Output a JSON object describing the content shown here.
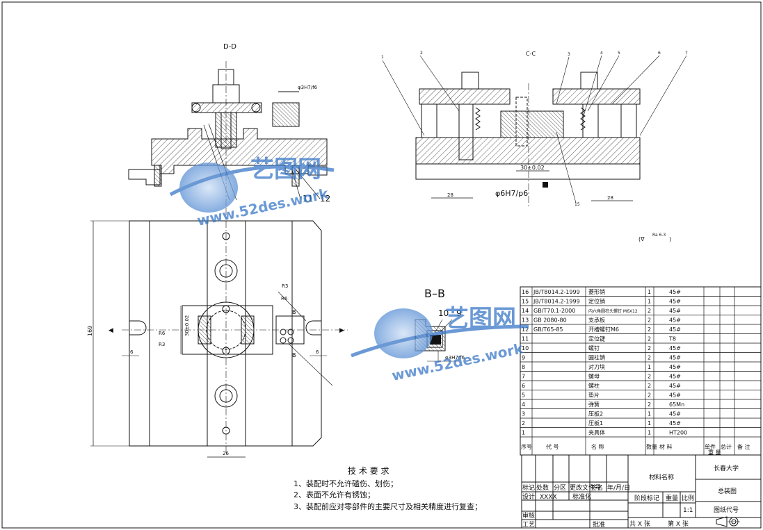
{
  "views": {
    "dd_title": "D-D",
    "cc_title": "C-C",
    "bb_title": "B–B"
  },
  "dimensions": {
    "dd_fit": "φ3H7/f6",
    "cc_fit": "φ6H7/p6",
    "cc_30": "30±0.02",
    "cc_28_left": "28",
    "cc_28_right": "28",
    "plan_height": "169",
    "plan_26": "26",
    "plan_6_left": "6",
    "plan_6_right": "6",
    "plan_r3_top": "R3",
    "plan_r6": "R6",
    "plan_r3_left": "R3",
    "plan_r6_left": "R6",
    "plan_30": "30±0.02",
    "bb_fit": "φ3H7/f6",
    "roughness": "Ra 6.3",
    "section_b": "B"
  },
  "callouts": {
    "dd": [
      "11",
      "12"
    ],
    "cc": [
      "1",
      "2",
      "3",
      "4",
      "5",
      "6",
      "7",
      "15"
    ],
    "bb": [
      "10",
      "9"
    ]
  },
  "tech_requirements": {
    "title": "技 术 要 求",
    "items": [
      "1、装配时不允许磕伤、划伤；",
      "2、表面不允许有锈蚀；",
      "3、装配前应对零部件的主要尺寸及相关精度进行复查；"
    ]
  },
  "parts_list": {
    "header": [
      "序号",
      "代  号",
      "名  称",
      "数量",
      "材  料",
      "单件",
      "总计",
      "备  注"
    ],
    "header_weight": "重  量",
    "rows": [
      {
        "no": "16",
        "code": "JB/T8014.2-1999",
        "name": "菱形销",
        "qty": "1",
        "mat": "45#"
      },
      {
        "no": "15",
        "code": "JB/T8014.2-1999",
        "name": "定位销",
        "qty": "1",
        "mat": "45#"
      },
      {
        "no": "14",
        "code": "GB/T70.1-2000",
        "name": "内六角圆柱头螺钉 M6X12",
        "qty": "2",
        "mat": "45#"
      },
      {
        "no": "13",
        "code": "GB 2080-80",
        "name": "支承板",
        "qty": "2",
        "mat": "45#"
      },
      {
        "no": "12",
        "code": "GB/T65-85",
        "name": "开槽螺钉M6",
        "qty": "2",
        "mat": "45#"
      },
      {
        "no": "11",
        "code": "",
        "name": "定位键",
        "qty": "2",
        "mat": "T8"
      },
      {
        "no": "10",
        "code": "",
        "name": "螺钉",
        "qty": "2",
        "mat": "45#"
      },
      {
        "no": "9",
        "code": "",
        "name": "圆柱销",
        "qty": "2",
        "mat": "45#"
      },
      {
        "no": "8",
        "code": "",
        "name": "对刀块",
        "qty": "1",
        "mat": "45#"
      },
      {
        "no": "7",
        "code": "",
        "name": "螺母",
        "qty": "2",
        "mat": "45#"
      },
      {
        "no": "6",
        "code": "",
        "name": "螺柱",
        "qty": "2",
        "mat": "45#"
      },
      {
        "no": "5",
        "code": "",
        "name": "垫片",
        "qty": "2",
        "mat": "45#"
      },
      {
        "no": "4",
        "code": "",
        "name": "弹簧",
        "qty": "2",
        "mat": "65Mn"
      },
      {
        "no": "3",
        "code": "",
        "name": "压板2",
        "qty": "1",
        "mat": "45#"
      },
      {
        "no": "2",
        "code": "",
        "name": "压板1",
        "qty": "1",
        "mat": "45#"
      },
      {
        "no": "1",
        "code": "",
        "name": "夹具体",
        "qty": "1",
        "mat": "HT200"
      }
    ]
  },
  "title_block": {
    "material_name": "材料名称",
    "university": "长春大学",
    "drawing_name": "总装图",
    "drawing_code": "图纸代号",
    "mark": "标记",
    "count": "处数",
    "zone": "分区",
    "change_doc": "更改文件号",
    "sign": "签名",
    "date": "年/月/日",
    "design": "设计",
    "designer": "XXXX",
    "standardize": "标准化",
    "stage": "阶段标记",
    "weight": "重量",
    "scale_label": "比例",
    "scale": "1:1",
    "review": "审核",
    "process": "工艺",
    "approve": "批准",
    "total_sheets": "共 X 张",
    "sheet_no": "第 X 张"
  },
  "watermark": {
    "brand": "艺图网",
    "url_1": "www.52des.work",
    "url_2": "www.52des.work"
  },
  "colors": {
    "line": "#111111",
    "watermark": "#3a78c8",
    "watermark_light": "#8fb8e8"
  }
}
